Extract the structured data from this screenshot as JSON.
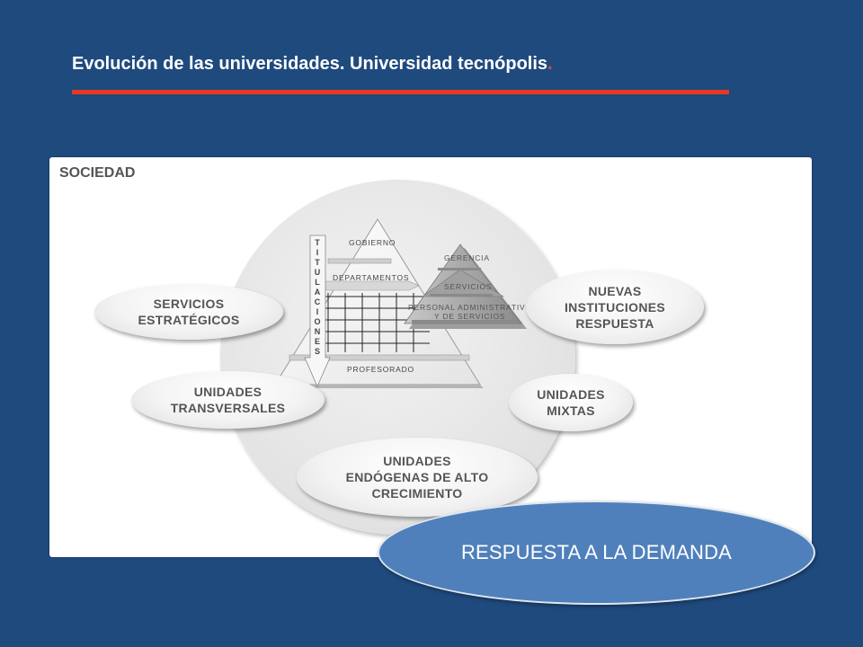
{
  "header": {
    "title": "Evolución de las universidades. Universidad tecnópolis",
    "title_suffix": "."
  },
  "panel": {
    "label": "SOCIEDAD"
  },
  "pyramid": {
    "gobierno": "GOBIERNO",
    "departamentos": "DEPARTAMENTOS",
    "profesorado": "PROFESORADO",
    "titulaciones_letters": [
      "T",
      "I",
      "T",
      "U",
      "L",
      "A",
      "C",
      "I",
      "O",
      "N",
      "E",
      "S"
    ],
    "gerencia": "GERENCIA",
    "servicios": "SERVICIOS",
    "personal_line1": "PERSONAL ADMINISTRATIVO",
    "personal_line2": "Y DE SERVICIOS"
  },
  "ellipses": {
    "servicios_estrategicos": "SERVICIOS\nESTRATÉGICOS",
    "unidades_transversales": "UNIDADES\nTRANSVERSALES",
    "unidades_endogenas": "UNIDADES\nENDÓGENAS DE ALTO\nCRECIMIENTO",
    "nuevas_instituciones": "NUEVAS\nINSTITUCIONES\nRESPUESTA",
    "unidades_mixtas": "UNIDADES\nMIXTAS"
  },
  "demand": {
    "label": "RESPUESTA A LA DEMANDA"
  },
  "colors": {
    "background": "#1f4a7e",
    "accent_line": "#e8391f",
    "demand_fill": "#4f80bb",
    "text_gray": "#555555"
  }
}
